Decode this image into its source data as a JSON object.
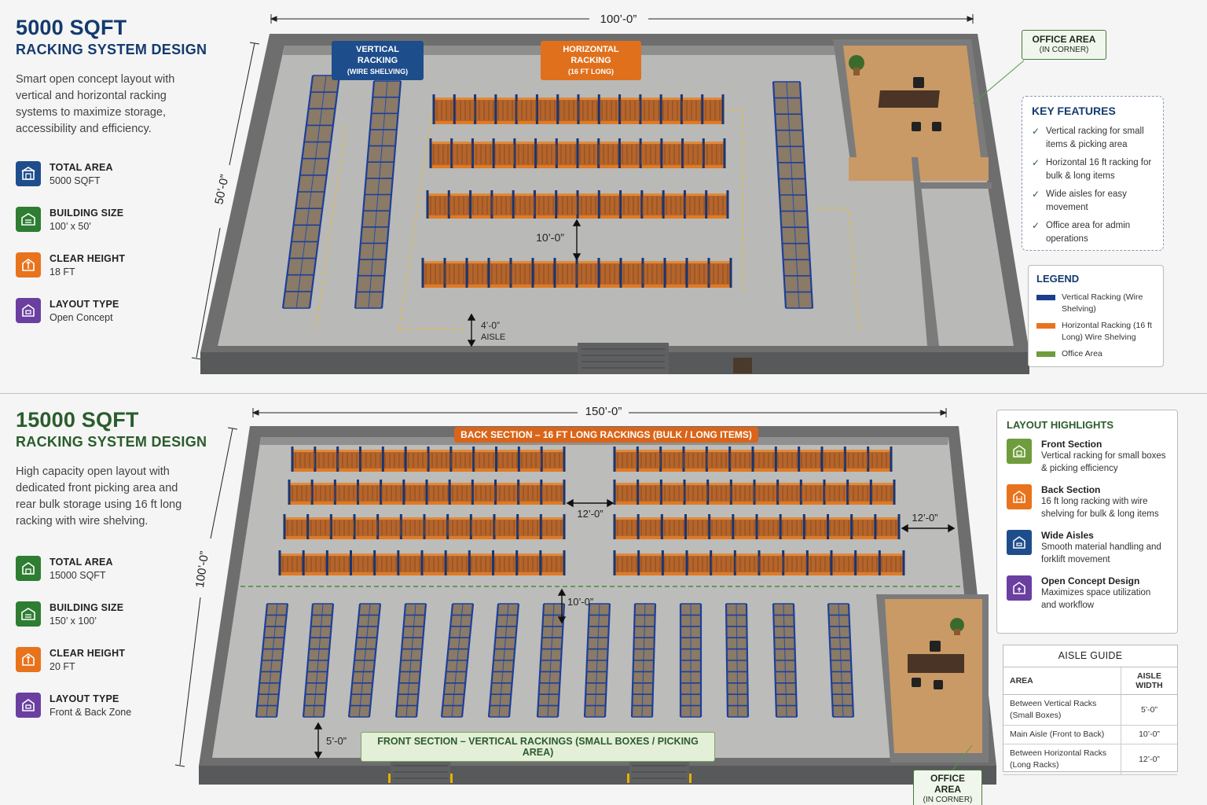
{
  "top": {
    "title": "5000 SQFT",
    "subtitle": "RACKING SYSTEM DESIGN",
    "intro": "Smart open concept layout with vertical and horizontal racking systems to maximize storage, accessibility and efficiency.",
    "stats": [
      {
        "label": "TOTAL AREA",
        "value": "5000 SQFT",
        "color": "#1e4d8c",
        "icon": "warehouse-icon"
      },
      {
        "label": "BUILDING SIZE",
        "value": "100’ x 50’",
        "color": "#2e7d32",
        "icon": "building-icon"
      },
      {
        "label": "CLEAR HEIGHT",
        "value": "18 FT",
        "color": "#e8731c",
        "icon": "height-icon"
      },
      {
        "label": "LAYOUT TYPE",
        "value": "Open Concept",
        "color": "#6a3fa0",
        "icon": "layout-icon"
      }
    ],
    "dims": {
      "width": "100’-0”",
      "depth": "50’-0”",
      "main_aisle": "10’-0”",
      "side_aisle": "4’-0”",
      "aisle_word": "AISLE"
    },
    "callouts": {
      "vertical": {
        "title": "VERTICAL RACKING",
        "sub": "(WIRE SHELVING)"
      },
      "horizontal": {
        "title": "HORIZONTAL RACKING",
        "sub": "(16 FT LONG)"
      },
      "office": {
        "title": "OFFICE AREA",
        "sub": "(IN CORNER)"
      }
    },
    "key_features": {
      "title": "KEY FEATURES",
      "items": [
        "Vertical racking for small items & picking area",
        "Horizontal 16 ft racking for bulk & long items",
        "Wide aisles for easy movement",
        "Office area for admin operations"
      ]
    },
    "legend": {
      "title": "LEGEND",
      "items": [
        {
          "label": "Vertical Racking (Wire Shelving)",
          "color": "#1b3f8a"
        },
        {
          "label": "Horizontal Racking (16 ft Long) Wire Shelving",
          "color": "#e8731c"
        },
        {
          "label": "Office Area",
          "color": "#6f9c3c"
        }
      ]
    }
  },
  "bottom": {
    "title": "15000 SQFT",
    "subtitle": "RACKING SYSTEM DESIGN",
    "intro": "High capacity open layout with dedicated front picking area and rear bulk storage using 16 ft long racking with wire shelving.",
    "stats": [
      {
        "label": "TOTAL AREA",
        "value": "15000 SQFT",
        "color": "#2e7d32",
        "icon": "warehouse-icon"
      },
      {
        "label": "BUILDING SIZE",
        "value": "150’ x 100’",
        "color": "#2e7d32",
        "icon": "building-icon"
      },
      {
        "label": "CLEAR HEIGHT",
        "value": "20 FT",
        "color": "#e8731c",
        "icon": "height-icon"
      },
      {
        "label": "LAYOUT TYPE",
        "value": "Front & Back Zone",
        "color": "#6a3fa0",
        "icon": "layout-icon"
      }
    ],
    "dims": {
      "width": "150’-0”",
      "depth": "100’-0”",
      "center_aisle": "12’-0”",
      "right_aisle": "12’-0”",
      "main_aisle": "10’-0”",
      "front_aisle": "5’-0”"
    },
    "banners": {
      "back": "BACK SECTION – 16 FT LONG RACKINGS (BULK / LONG ITEMS)",
      "front": "FRONT SECTION – VERTICAL RACKINGS (SMALL BOXES / PICKING AREA)"
    },
    "office": {
      "title": "OFFICE AREA",
      "sub": "(IN CORNER)"
    },
    "highlights": {
      "title": "LAYOUT HIGHLIGHTS",
      "items": [
        {
          "title": "Front Section",
          "text": "Vertical racking for small boxes & picking efficiency",
          "color": "#6f9c3c",
          "icon": "box-icon"
        },
        {
          "title": "Back Section",
          "text": "16 ft long racking with wire shelving for bulk & long items",
          "color": "#e8731c",
          "icon": "rack-icon"
        },
        {
          "title": "Wide Aisles",
          "text": "Smooth material handling and forklift movement",
          "color": "#1e4d8c",
          "icon": "forklift-icon"
        },
        {
          "title": "Open Concept Design",
          "text": "Maximizes space utilization and workflow",
          "color": "#6a3fa0",
          "icon": "layout-icon"
        }
      ]
    },
    "aisle_guide": {
      "title": "AISLE GUIDE",
      "col_area": "AREA",
      "col_width": "AISLE WIDTH",
      "rows": [
        {
          "area": "Between Vertical Racks (Small Boxes)",
          "width": "5’-0”"
        },
        {
          "area": "Main Aisle (Front to Back)",
          "width": "10’-0”"
        },
        {
          "area": "Between Horizontal Racks (Long Racks)",
          "width": "12’-0”"
        }
      ]
    }
  }
}
